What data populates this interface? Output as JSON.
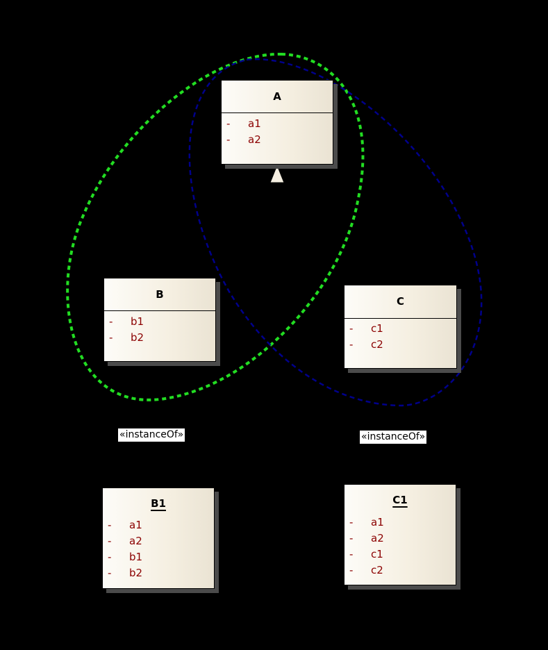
{
  "classes": {
    "A": {
      "name": "A",
      "attrs": [
        {
          "vis": "-",
          "name": "a1"
        },
        {
          "vis": "-",
          "name": "a2"
        }
      ]
    },
    "B": {
      "name": "B",
      "attrs": [
        {
          "vis": "-",
          "name": "b1"
        },
        {
          "vis": "-",
          "name": "b2"
        }
      ]
    },
    "C": {
      "name": "C",
      "attrs": [
        {
          "vis": "-",
          "name": "c1"
        },
        {
          "vis": "-",
          "name": "c2"
        }
      ]
    },
    "B1": {
      "name": "B1",
      "attrs": [
        {
          "vis": "-",
          "name": "a1"
        },
        {
          "vis": "-",
          "name": "a2"
        },
        {
          "vis": "-",
          "name": "b1"
        },
        {
          "vis": "-",
          "name": "b2"
        }
      ]
    },
    "C1": {
      "name": "C1",
      "attrs": [
        {
          "vis": "-",
          "name": "a1"
        },
        {
          "vis": "-",
          "name": "a2"
        },
        {
          "vis": "-",
          "name": "c1"
        },
        {
          "vis": "-",
          "name": "c2"
        }
      ]
    }
  },
  "stereotypes": {
    "b": "«instanceOf»",
    "c": "«instanceOf»"
  },
  "colors": {
    "green_loop": "#22dd22",
    "blue_loop": "#00008b",
    "attr_text": "#8b0000",
    "background": "#000000"
  }
}
